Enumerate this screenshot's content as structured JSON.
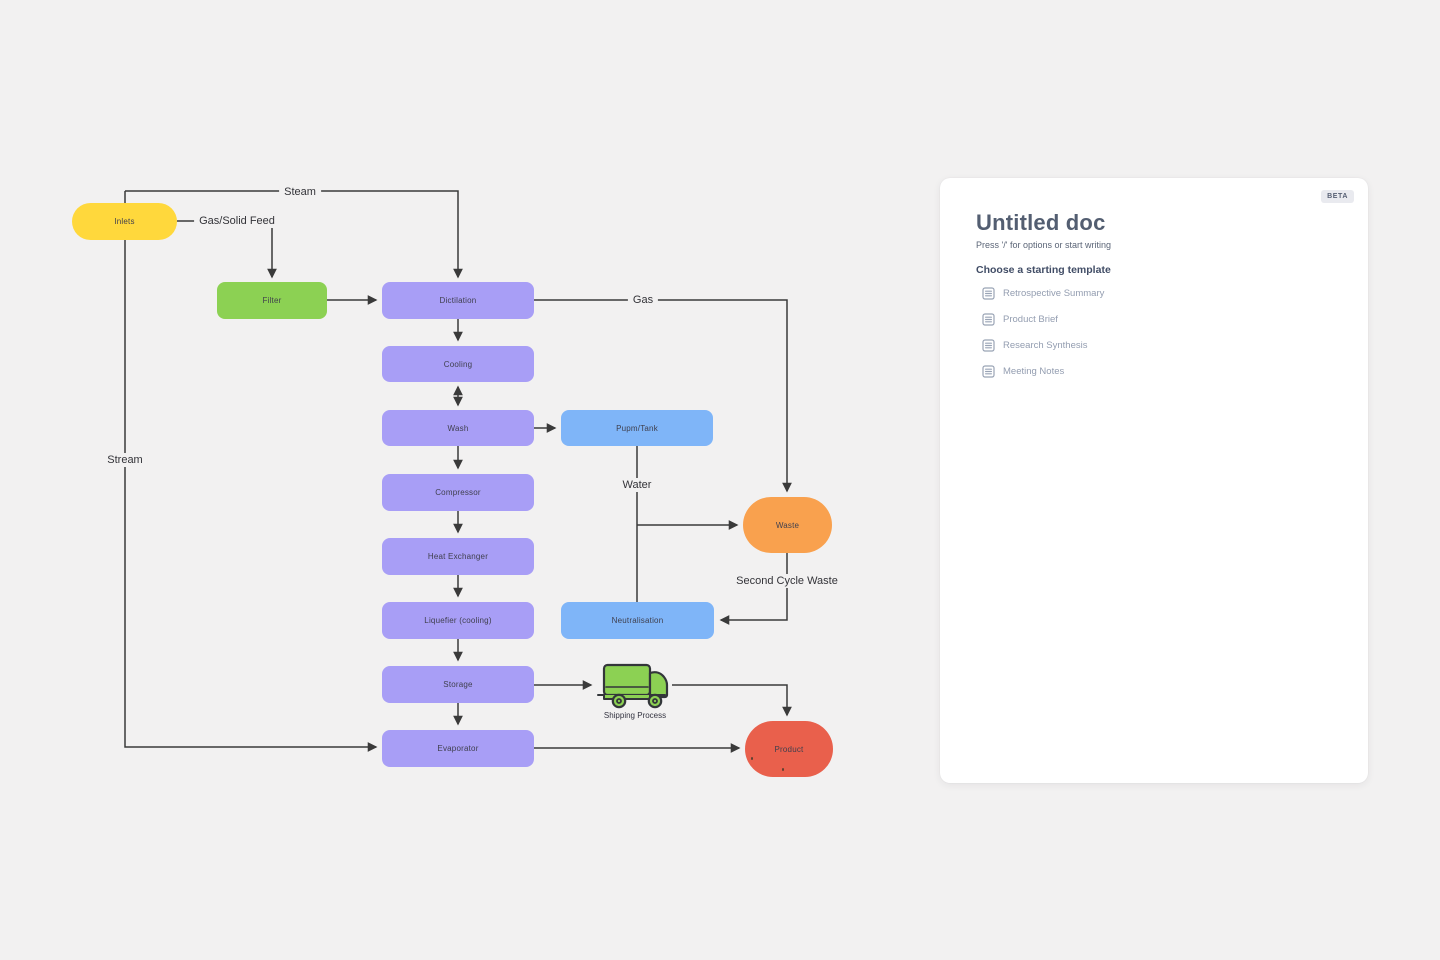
{
  "canvas": {
    "nodes": {
      "inlets": {
        "label": "Inlets",
        "color": "#ffd83c",
        "shape": "pill"
      },
      "filter": {
        "label": "Filter",
        "color": "#8cd153",
        "shape": "rect"
      },
      "dictilation": {
        "label": "Dictilation",
        "color": "#a89ef6",
        "shape": "rect"
      },
      "cooling": {
        "label": "Cooling",
        "color": "#a89ef6",
        "shape": "rect"
      },
      "wash": {
        "label": "Wash",
        "color": "#a89ef6",
        "shape": "rect"
      },
      "pump_tank": {
        "label": "Pupm/Tank",
        "color": "#7fb5f8",
        "shape": "rect"
      },
      "compressor": {
        "label": "Compressor",
        "color": "#a89ef6",
        "shape": "rect"
      },
      "heat_exchanger": {
        "label": "Heat Exchanger",
        "color": "#a89ef6",
        "shape": "rect"
      },
      "liquefier": {
        "label": "Liquefier (cooling)",
        "color": "#a89ef6",
        "shape": "rect"
      },
      "storage": {
        "label": "Storage",
        "color": "#a89ef6",
        "shape": "rect"
      },
      "evaporator": {
        "label": "Evaporator",
        "color": "#a89ef6",
        "shape": "rect"
      },
      "waste": {
        "label": "Waste",
        "color": "#f9a14e",
        "shape": "pill"
      },
      "neutralisation": {
        "label": "Neutralisation",
        "color": "#7fb5f8",
        "shape": "rect"
      },
      "product": {
        "label": "Product",
        "color": "#e9604c",
        "shape": "pill"
      },
      "shipping": {
        "label": "Shipping Process",
        "icon": "truck-icon"
      }
    },
    "edge_labels": {
      "steam": "Steam",
      "gas_solid_feed": "Gas/Solid Feed",
      "gas": "Gas",
      "water": "Water",
      "stream": "Stream",
      "second_cycle_waste": "Second Cycle Waste"
    },
    "colors": {
      "background": "#f2f1f1",
      "connector": "#3a3a3a",
      "truck_green": "#8cd153"
    }
  },
  "doc_panel": {
    "beta_label": "BETA",
    "title": "Untitled doc",
    "subtitle": "Press '/' for options or start writing",
    "templates_heading": "Choose a starting template",
    "templates": [
      {
        "label": "Retrospective Summary",
        "icon": "document-icon"
      },
      {
        "label": "Product Brief",
        "icon": "document-icon"
      },
      {
        "label": "Research Synthesis",
        "icon": "document-icon"
      },
      {
        "label": "Meeting Notes",
        "icon": "document-icon"
      }
    ]
  }
}
